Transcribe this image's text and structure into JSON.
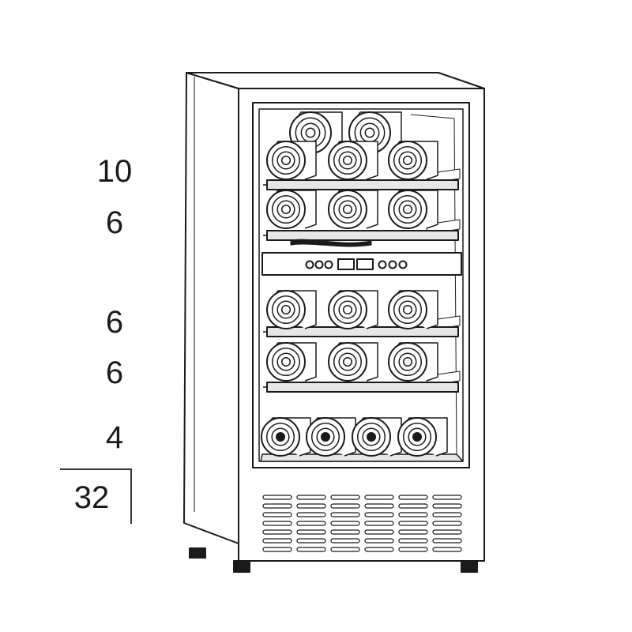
{
  "capacity": {
    "zones": [
      "10",
      "6",
      "6",
      "6",
      "4"
    ],
    "total": "32"
  },
  "colors": {
    "line": "#1a1a1a",
    "fill": "#ffffff",
    "shelf": "#e6e6e6"
  }
}
